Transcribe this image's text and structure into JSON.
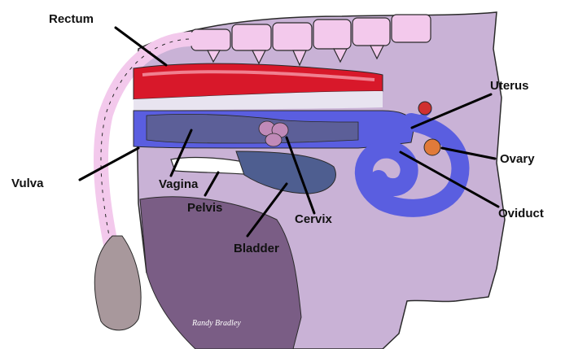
{
  "labels": {
    "rectum": "Rectum",
    "uterus": "Uterus",
    "ovary": "Ovary",
    "oviduct": "Oviduct",
    "vulva": "Vulva",
    "vagina": "Vagina",
    "pelvis": "Pelvis",
    "cervix": "Cervix",
    "bladder": "Bladder"
  },
  "signature": "Randy Bradley",
  "colors": {
    "body_fill": "#c9b2d6",
    "lower_body_fill": "#7a5d85",
    "bone": "#f3c9ec",
    "rectum": "#d8182a",
    "reproductive_tract": "#5a5ee0",
    "vagina_dark": "#5c5f98",
    "bladder": "#4e5e90",
    "ovary": "#e07a3a",
    "outline": "#2a2a2a",
    "label_text": "#111111"
  }
}
